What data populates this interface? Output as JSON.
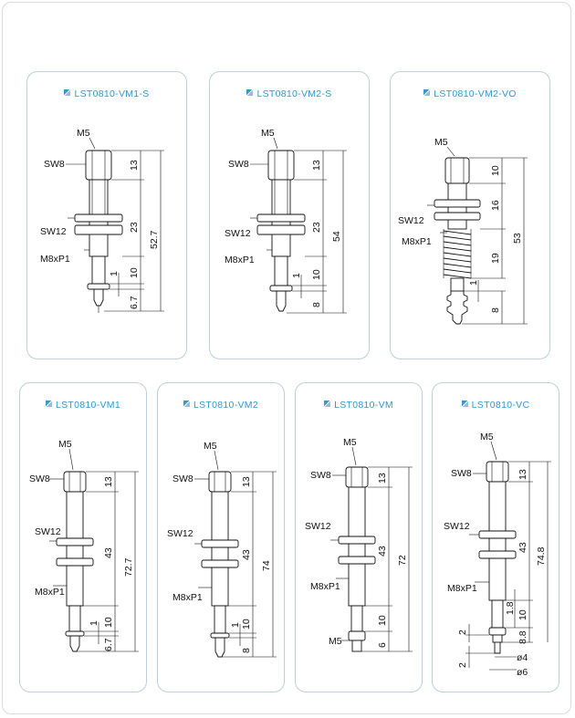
{
  "cards": [
    {
      "title": "LST0810-VM1-S",
      "labels": {
        "m5": "M5",
        "sw8": "SW8",
        "sw12": "SW12",
        "m8": "M8xP1"
      },
      "dims": {
        "a": "13",
        "b": "23",
        "c": "1",
        "d": "10",
        "e": "6.7",
        "total": "52.7"
      }
    },
    {
      "title": "LST0810-VM2-S",
      "labels": {
        "m5": "M5",
        "sw8": "SW8",
        "sw12": "SW12",
        "m8": "M8xP1"
      },
      "dims": {
        "a": "13",
        "b": "23",
        "c": "1",
        "d": "10",
        "e": "8",
        "total": "54"
      }
    },
    {
      "title": "LST0810-VM2-VO",
      "labels": {
        "m5": "M5",
        "sw12": "SW12",
        "m8": "M8xP1"
      },
      "dims": {
        "a": "10",
        "b": "16",
        "d": "19",
        "c": "1",
        "e": "8",
        "total": "53"
      }
    },
    {
      "title": "LST0810-VM1",
      "labels": {
        "m5": "M5",
        "sw8": "SW8",
        "sw12": "SW12",
        "m8": "M8xP1"
      },
      "dims": {
        "a": "13",
        "b": "43",
        "c": "1",
        "d": "10",
        "e": "6.7",
        "total": "72.7"
      }
    },
    {
      "title": "LST0810-VM2",
      "labels": {
        "m5": "M5",
        "sw8": "SW8",
        "sw12": "SW12",
        "m8": "M8xP1"
      },
      "dims": {
        "a": "13",
        "b": "43",
        "c": "1",
        "d": "10",
        "e": "8",
        "total": "74"
      }
    },
    {
      "title": "LST0810-VM",
      "labels": {
        "m5": "M5",
        "sw8": "SW8",
        "sw12": "SW12",
        "m8": "M8xP1",
        "m5b": "M5"
      },
      "dims": {
        "a": "13",
        "b": "43",
        "d": "10",
        "e": "6",
        "total": "72"
      }
    },
    {
      "title": "LST0810-VC",
      "labels": {
        "m5": "M5",
        "sw8": "SW8",
        "sw12": "SW12",
        "m8": "M8xP1"
      },
      "dims": {
        "a": "13",
        "b": "43",
        "f": "1.8",
        "d": "10",
        "g": "8.8",
        "total": "74.8",
        "h": "2",
        "i": "2",
        "d1": "ø4",
        "d2": "ø6"
      }
    }
  ]
}
